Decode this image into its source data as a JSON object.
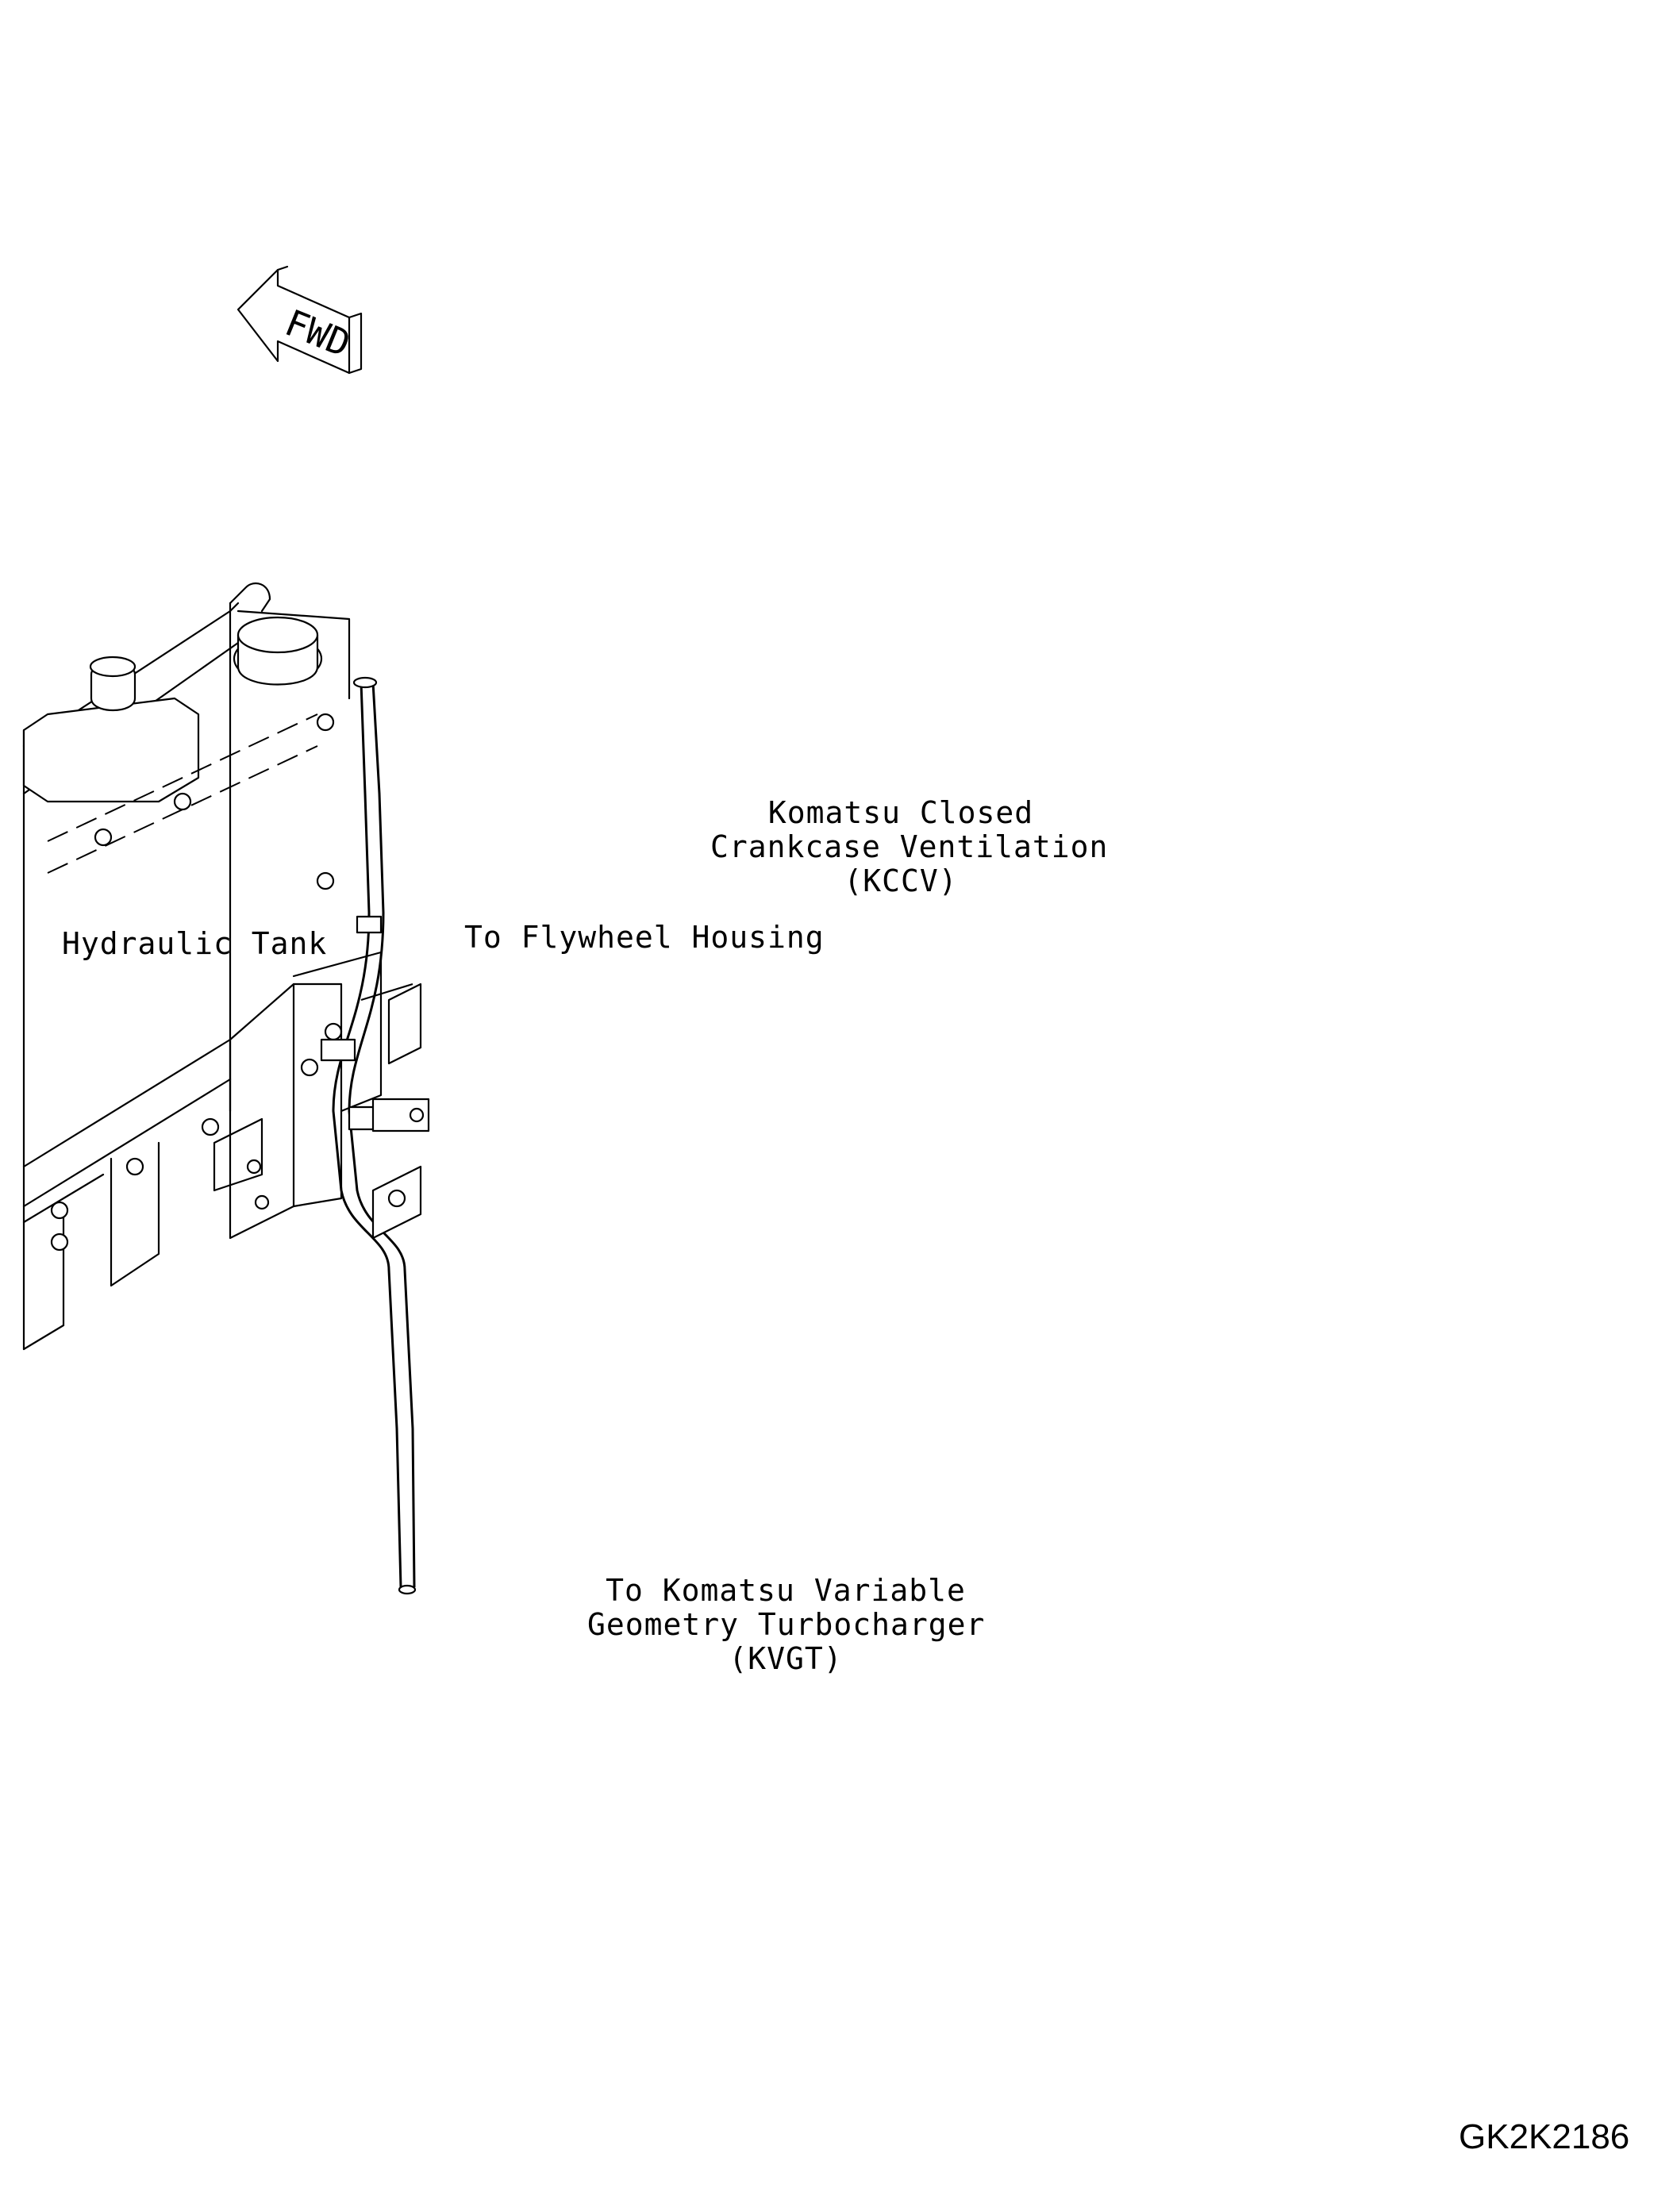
{
  "labels": {
    "hydraulic_tank": "Hydraulic Tank",
    "to_flywheel_housing": "To Flywheel Housing",
    "kccv_line1": "Komatsu Closed",
    "kccv_line2": "Crankcase Ventilation",
    "kccv_line3": "(KCCV)",
    "kvgt_line1": "To Komatsu Variable",
    "kvgt_line2": "Geometry Turbocharger",
    "kvgt_line3": "(KVGT)",
    "fwd": "FWD"
  },
  "drawing_code": "GK2K2186",
  "colors": {
    "line": "#000000",
    "background": "#ffffff"
  }
}
